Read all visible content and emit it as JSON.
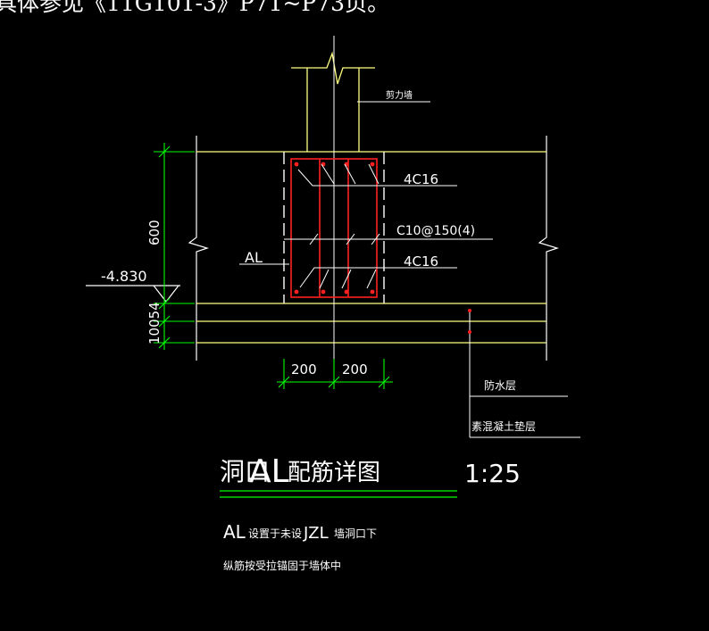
{
  "header": {
    "text": "具体参见《11G101-3》P71~P73页。"
  },
  "labels": {
    "shear_wall": "剪力墙",
    "rebar_top": "4C16",
    "stirrup": "C10@150(4)",
    "rebar_bottom": "4C16",
    "beam_name": "AL",
    "elevation": "-4.830",
    "dim_height": "600",
    "dim_layers": "10054",
    "dim_left_width": "200",
    "dim_right_width": "200",
    "waterproof_layer": "防水层",
    "concrete_cushion": "素混凝土垫层"
  },
  "title": {
    "prefix": "洞口",
    "code": "AL",
    "suffix": "配筋详图",
    "scale": "1:25"
  },
  "notes": {
    "line1_code": "AL",
    "line1_a": "设置于未设",
    "line1_code2": "JZL",
    "line1_b": "墙洞口下",
    "line2": "纵筋按受拉锚固于墙体中"
  },
  "colors": {
    "background": "#000000",
    "outline": "#ffffff",
    "wall": "#ffff80",
    "rebar": "#ff2020",
    "dimension": "#00ff00"
  }
}
